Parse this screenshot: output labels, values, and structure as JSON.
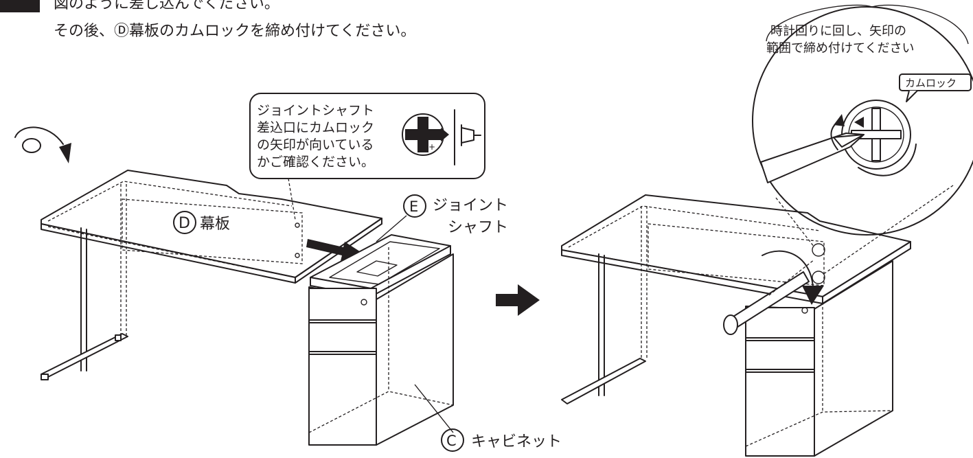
{
  "instructions": {
    "line1": "図のように差し込んでください。",
    "line2": "その後、Ⓓ幕板のカムロックを締め付けてください。"
  },
  "callout_note": {
    "lines": [
      "ジョイントシャフト",
      "差込口にカムロック",
      "の矢印が向いている",
      "かご確認ください。"
    ]
  },
  "labels": {
    "part_d": "幕板",
    "part_d_letter": "D",
    "part_e_line1": "ジョイント",
    "part_e_line2": "シャフト",
    "part_e_letter": "E",
    "part_c": "キャビネット",
    "part_c_letter": "C"
  },
  "detail": {
    "instruction_line1": "時計回りに回し、矢印の",
    "instruction_line2": "範囲で締め付けてください",
    "cam_lock_tag": "カムロック"
  },
  "colors": {
    "ink": "#231f20",
    "background": "#ffffff"
  }
}
